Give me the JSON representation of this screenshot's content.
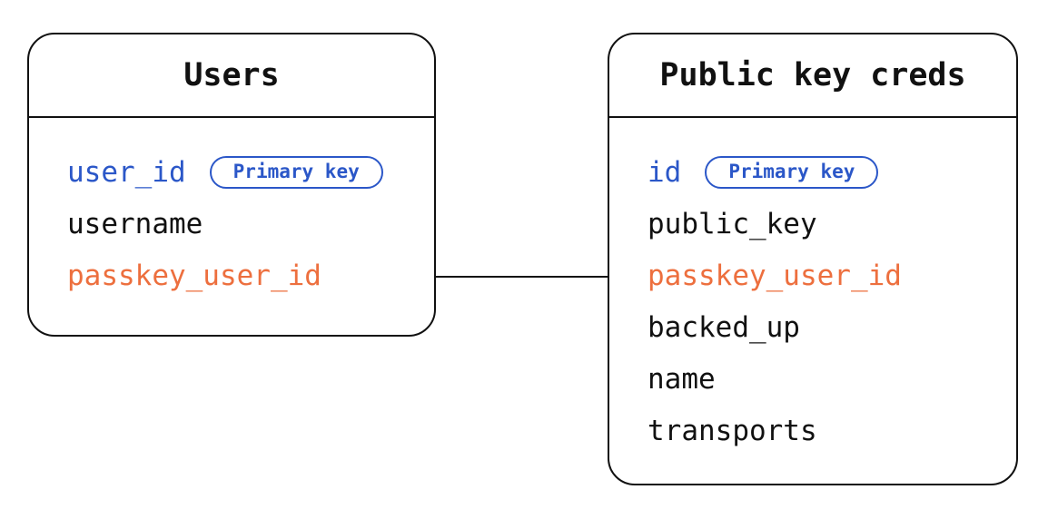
{
  "diagram": {
    "type": "entity-relationship",
    "colors": {
      "primary_key_accent": "#2b57c8",
      "foreign_key_accent": "#ed6f3e",
      "text": "#111111",
      "border": "#111111",
      "background": "#ffffff"
    },
    "tables": [
      {
        "title": "Users",
        "fields": [
          {
            "name": "user_id",
            "role": "primary-key",
            "badge": "Primary key"
          },
          {
            "name": "username",
            "role": "normal"
          },
          {
            "name": "passkey_user_id",
            "role": "foreign-key"
          }
        ]
      },
      {
        "title": "Public key creds",
        "fields": [
          {
            "name": "id",
            "role": "primary-key",
            "badge": "Primary key"
          },
          {
            "name": "public_key",
            "role": "normal"
          },
          {
            "name": "passkey_user_id",
            "role": "foreign-key"
          },
          {
            "name": "backed_up",
            "role": "normal"
          },
          {
            "name": "name",
            "role": "normal"
          },
          {
            "name": "transports",
            "role": "normal"
          }
        ]
      }
    ],
    "relationship": {
      "from_table": "Users",
      "to_table": "Public key creds",
      "at_field": "passkey_user_id",
      "style": "plain-line"
    }
  }
}
